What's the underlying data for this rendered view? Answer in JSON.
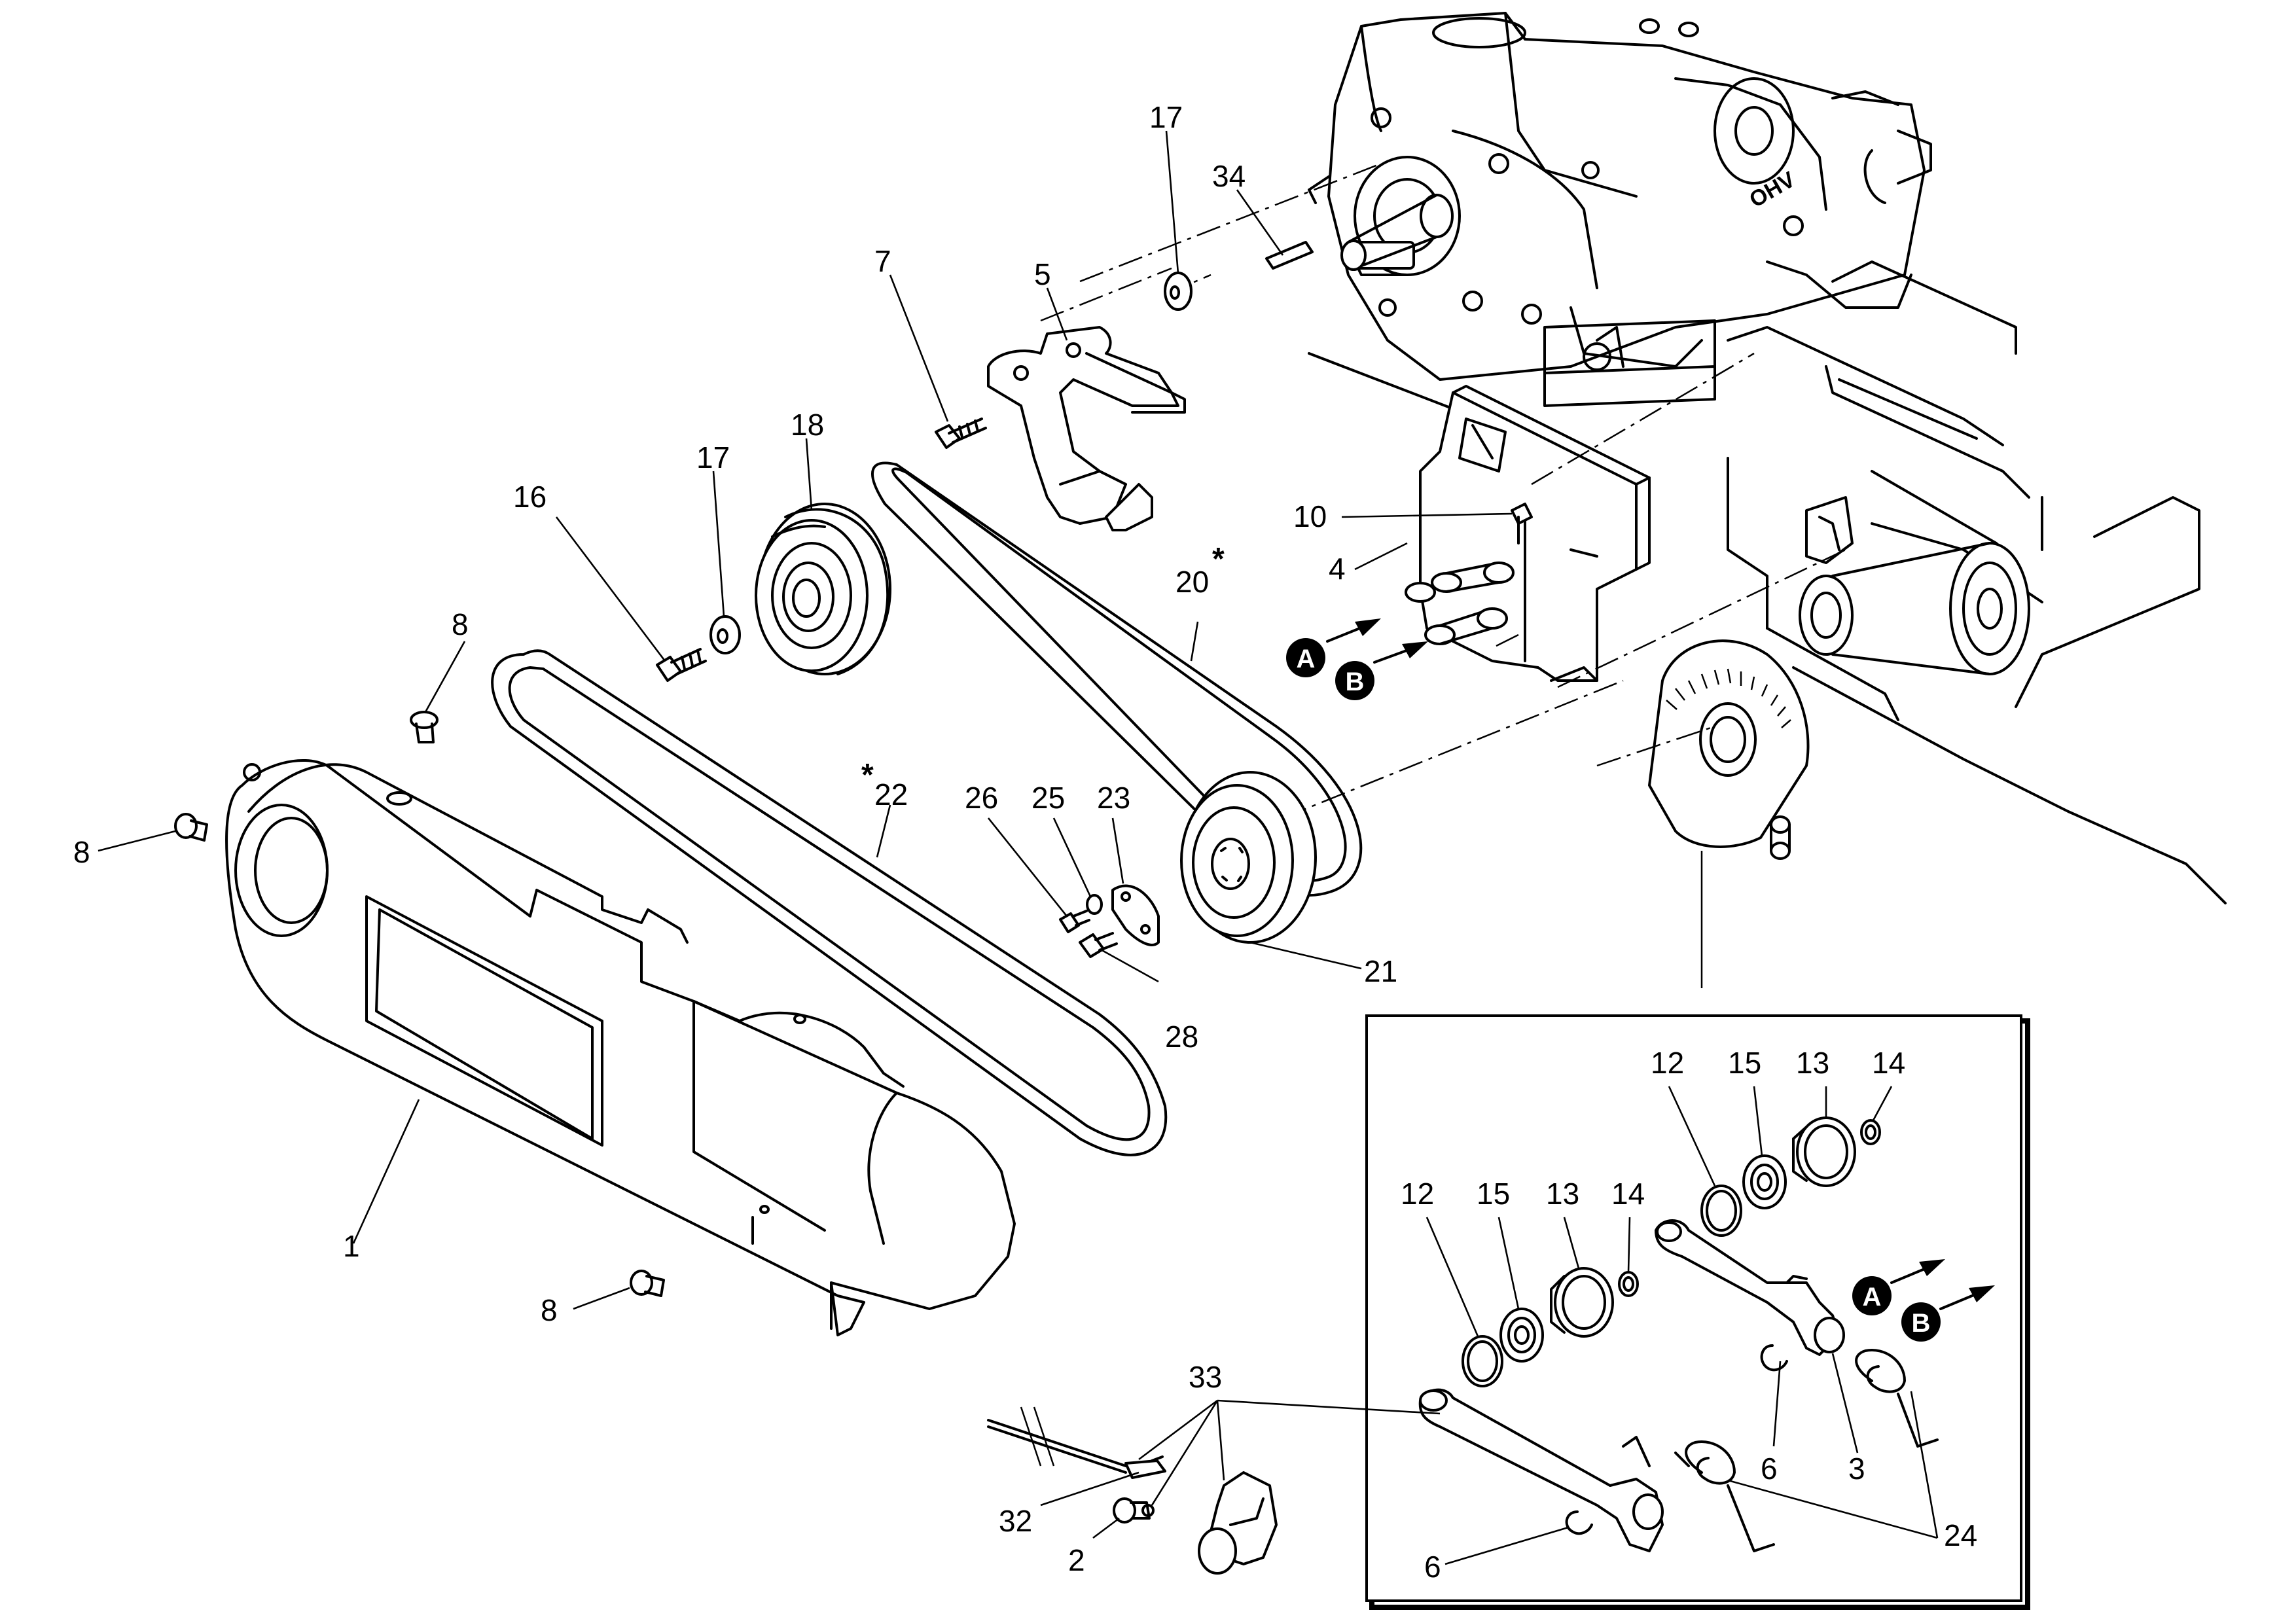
{
  "callouts": {
    "c1": "1",
    "c2": "2",
    "c3": "3",
    "c4": "4",
    "c5": "5",
    "c6a": "6",
    "c6b": "6",
    "c7": "7",
    "c8a": "8",
    "c8b": "8",
    "c8c": "8",
    "c10": "10",
    "c12a": "12",
    "c12b": "12",
    "c13a": "13",
    "c13b": "13",
    "c14a": "14",
    "c14b": "14",
    "c15a": "15",
    "c15b": "15",
    "c16": "16",
    "c17a": "17",
    "c17b": "17",
    "c18": "18",
    "c20": "20",
    "c21": "21",
    "c22": "22",
    "c23": "23",
    "c24": "24",
    "c25": "25",
    "c26": "26",
    "c28": "28",
    "c32": "32",
    "c33": "33",
    "c34": "34"
  },
  "marks": {
    "star20": "*",
    "star22": "*"
  },
  "badges": {
    "a1": "A",
    "b1": "B",
    "a2": "A",
    "b2": "B"
  },
  "engine_text": "OHV"
}
